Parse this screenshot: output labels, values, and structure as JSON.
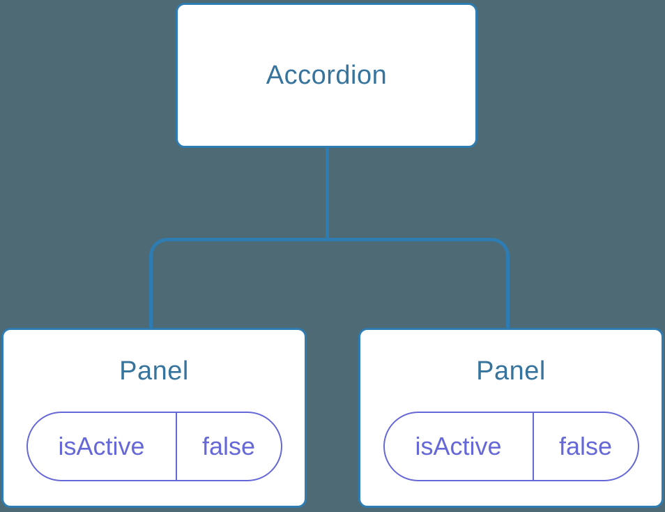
{
  "colors": {
    "background": "#4E6A75",
    "connector": "#2E7CB1",
    "node_border": "#2E7CB1",
    "node_fill": "#FFFFFF",
    "node_label": "#36749D",
    "state_accent": "#6568D6"
  },
  "tree": {
    "root": {
      "label": "Accordion"
    },
    "children": [
      {
        "label": "Panel",
        "state": {
          "key": "isActive",
          "value": "false"
        }
      },
      {
        "label": "Panel",
        "state": {
          "key": "isActive",
          "value": "false"
        }
      }
    ]
  }
}
